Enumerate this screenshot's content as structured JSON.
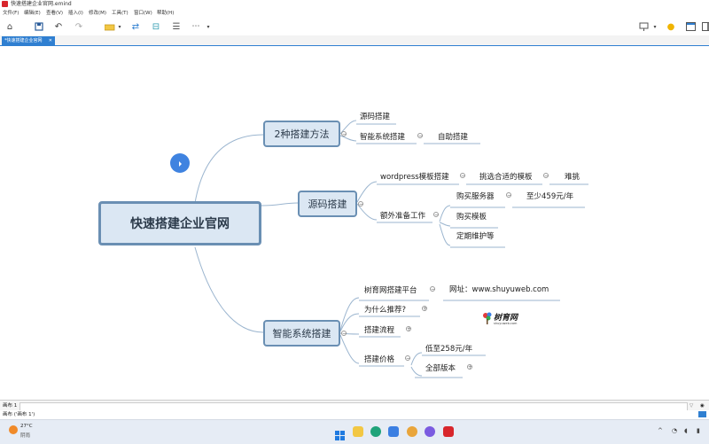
{
  "window": {
    "title": "快速搭建企业官网.emind"
  },
  "menu": [
    "文件(F)",
    "编辑(E)",
    "查看(V)",
    "插入(I)",
    "修改(M)",
    "工具(T)",
    "窗口(W)",
    "帮助(H)"
  ],
  "tab": {
    "label": "*快速搭建企业官网",
    "close": "✕"
  },
  "mindmap": {
    "root": "快速搭建企业官网",
    "branch1": {
      "label": "2种搭建方法",
      "c1": "源码搭建",
      "c2": "智能系统搭建",
      "c2a": "自助搭建"
    },
    "branch2": {
      "label": "源码搭建",
      "c1": "wordpress模板搭建",
      "c1a": "挑选合适的模板",
      "c1b": "难挑",
      "c2": "额外准备工作",
      "c2a": "购买服务器",
      "c2a1": "至少459元/年",
      "c2b": "购买模板",
      "c2c": "定期维护等"
    },
    "branch3": {
      "label": "智能系统搭建",
      "c1": "树育网搭建平台",
      "c1a": "网址：www.shuyuweb.com",
      "c2": "为什么推荐?",
      "c3": "搭建流程",
      "c4": "搭建价格",
      "c4a": "低至258元/年",
      "c4b": "全部版本"
    },
    "logo": {
      "name": "树育网",
      "url": "shuyuweb.com"
    }
  },
  "status": {
    "sheet": "画布 1",
    "sheet_full": "画布 ('画布 1')"
  },
  "taskbar": {
    "temp": "27°C",
    "weather": "阴雨"
  },
  "colors": {
    "accent": "#2f7fd1",
    "node_fill": "#dbe7f3",
    "node_border": "#6a8fb3",
    "line": "#9bb5cf"
  }
}
